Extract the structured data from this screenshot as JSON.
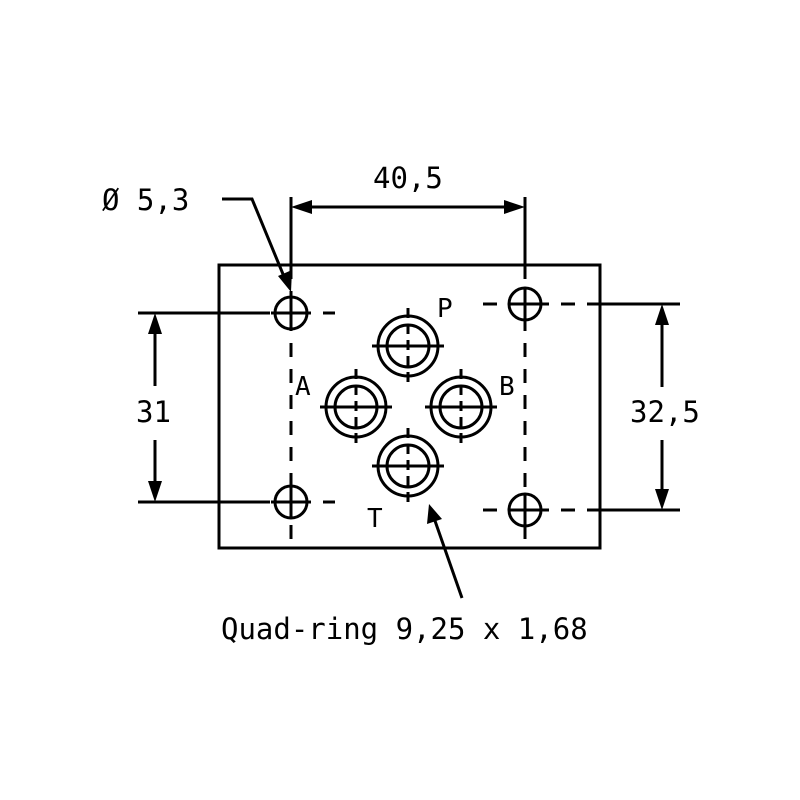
{
  "diagram": {
    "hole_diameter_label": "Ø 5,3",
    "width_dimension_label": "40,5",
    "left_height_dimension_label": "31",
    "right_height_dimension_label": "32,5",
    "port_labels": {
      "p": "P",
      "a": "A",
      "b": "B",
      "t": "T"
    },
    "seal_label": "Quad-ring 9,25 x 1,68"
  },
  "colors": {
    "line": "#000000",
    "background": "#ffffff"
  }
}
